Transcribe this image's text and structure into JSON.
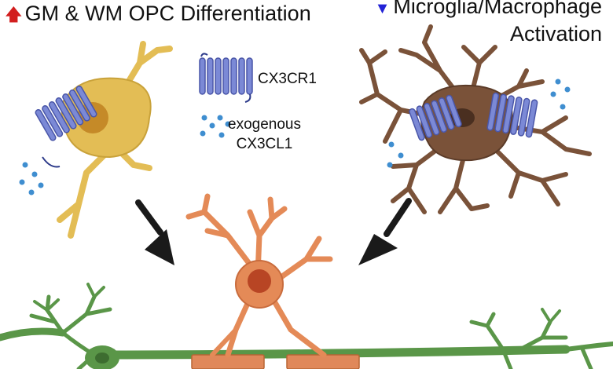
{
  "titles": {
    "left": "GM & WM OPC Differentiation",
    "right_line1": "Microglia/Macrophage",
    "right_line2": "Activation"
  },
  "indicators": {
    "up_color": "#d21e1e",
    "down_color": "#2323d6"
  },
  "legend": {
    "receptor_label": "CX3CR1",
    "ligand_label_line1": "exogenous",
    "ligand_label_line2": "CX3CL1"
  },
  "colors": {
    "opc": "#e3bd55",
    "opc_nucleus": "#c58a28",
    "microglia": "#7a5239",
    "microglia_nucleus": "#4a2f20",
    "oligodendrocyte": "#e48a57",
    "oligodendrocyte_nucleus": "#b84524",
    "neuron": "#5a9648",
    "myelin": "#e0885a",
    "receptor": "#7b89d6",
    "ligand": "#3f8ed0",
    "arrow": "#1a1a1a"
  }
}
